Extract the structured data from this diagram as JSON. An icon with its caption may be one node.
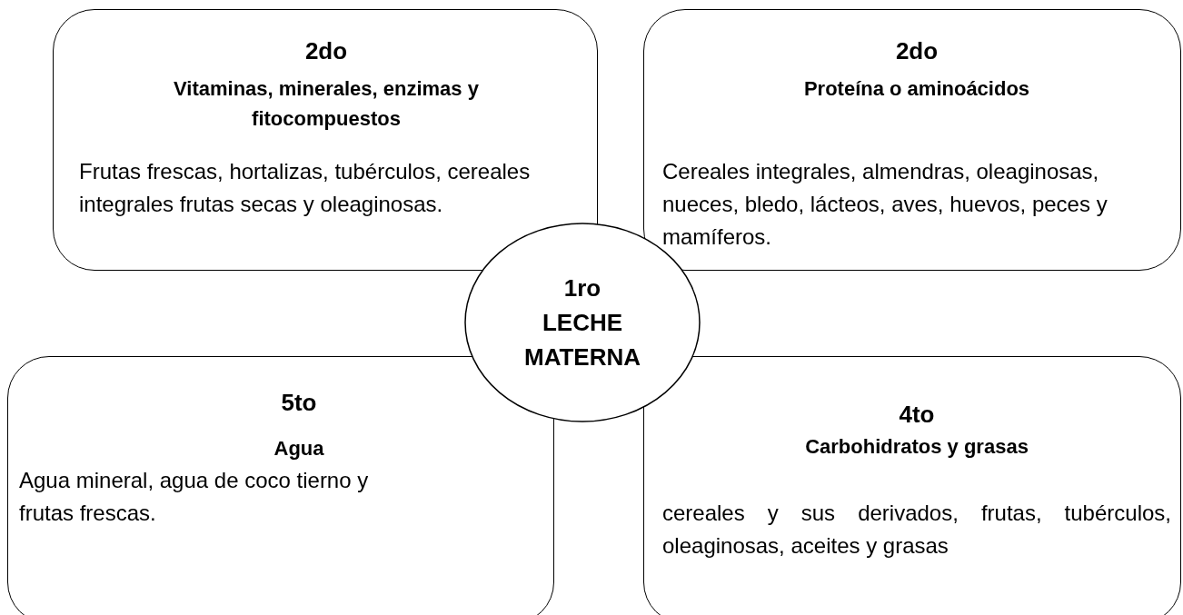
{
  "diagram": {
    "nodes": [
      {
        "text": [
          "2do",
          "Vitaminas, minerales, enzimas y fitocompuestos",
          "Frutas frescas, hortalizas, tubérculos, cereales integrales frutas secas y oleaginosas."
        ]
      },
      {
        "text": [
          "2do",
          "Proteína o aminoácidos",
          "Cereales integrales, almendras, oleaginosas, nueces, bledo, lácteos, aves, huevos, peces y mamíferos."
        ]
      },
      {
        "text": [
          "1ro",
          "LECHE MATERNA"
        ]
      },
      {
        "text": [
          "5to",
          "Agua",
          "Agua mineral, agua de coco tierno y frutas frescas."
        ]
      },
      {
        "text": [
          "4to",
          "Carbohidratos y grasas",
          "cereales y sus derivados, frutas, tubérculos, oleaginosas, aceites y grasas"
        ]
      }
    ]
  }
}
